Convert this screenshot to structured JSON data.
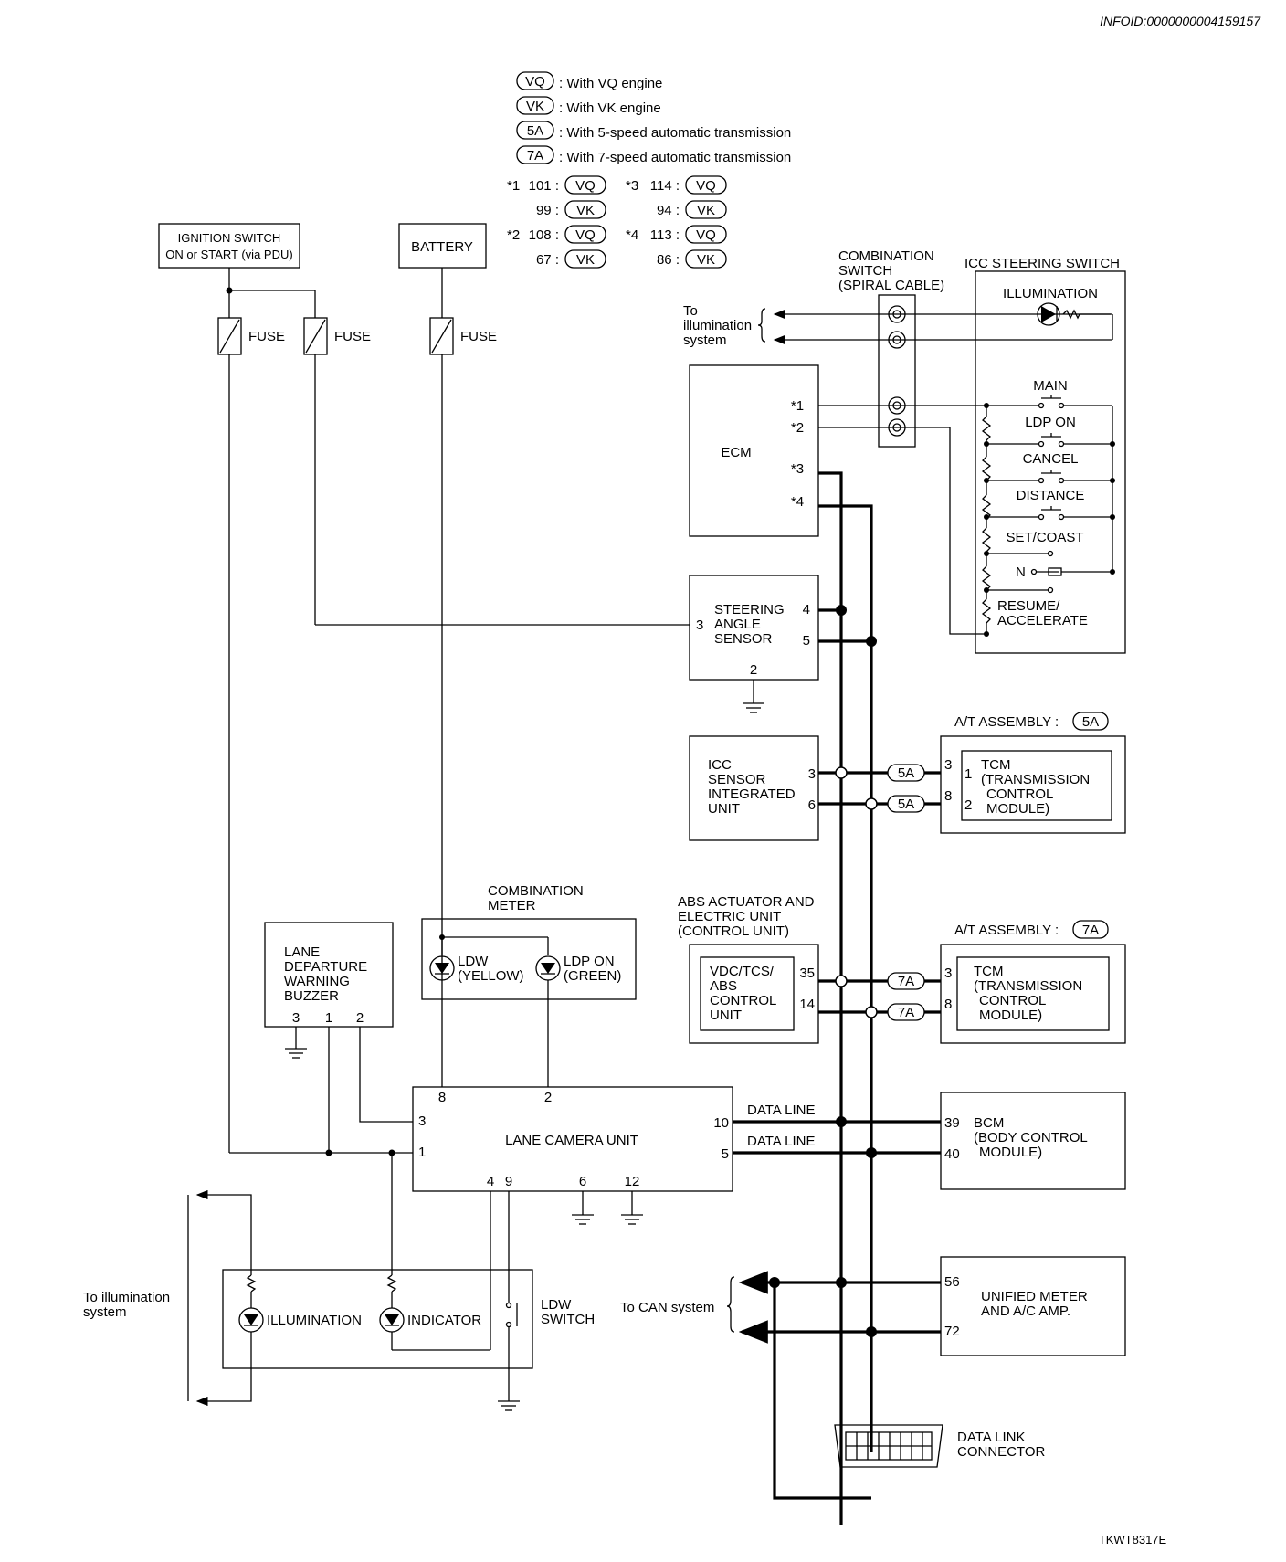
{
  "info_id": "INFOID:0000000004159157",
  "figure_id": "TKWT8317E",
  "legend": {
    "rows": [
      {
        "code": "VQ",
        "text": ": With VQ engine"
      },
      {
        "code": "VK",
        "text": ": With VK engine"
      },
      {
        "code": "5A",
        "text": ": With 5-speed automatic transmission"
      },
      {
        "code": "7A",
        "text": ": With 7-speed automatic transmission"
      }
    ],
    "star_notes": [
      {
        "mark": "*1",
        "a": {
          "pin": "101 :",
          "code": "VQ"
        },
        "b": {
          "pin": "99 :",
          "code": "VK"
        }
      },
      {
        "mark": "*2",
        "a": {
          "pin": "108 :",
          "code": "VQ"
        },
        "b": {
          "pin": "67 :",
          "code": "VK"
        }
      },
      {
        "mark": "*3",
        "a": {
          "pin": "114 :",
          "code": "VQ"
        },
        "b": {
          "pin": "94 :",
          "code": "VK"
        }
      },
      {
        "mark": "*4",
        "a": {
          "pin": "113 :",
          "code": "VQ"
        },
        "b": {
          "pin": "86 :",
          "code": "VK"
        }
      }
    ]
  },
  "components": {
    "ignition_switch": [
      "IGNITION SWITCH",
      "ON or START (via PDU)"
    ],
    "battery": "BATTERY",
    "fuse": "FUSE",
    "ecm": "ECM",
    "ecm_pins": [
      "*1",
      "*2",
      "*3",
      "*4"
    ],
    "combination_switch": [
      "COMBINATION",
      "SWITCH",
      "(SPIRAL CABLE)"
    ],
    "icc_steering_switch": "ICC STEERING SWITCH",
    "icc_switches": [
      "ILLUMINATION",
      "MAIN",
      "LDP ON",
      "CANCEL",
      "DISTANCE",
      "SET/COAST",
      "N",
      "RESUME/",
      "ACCELERATE"
    ],
    "to_illumination_top": [
      "To",
      "illumination",
      "system"
    ],
    "steering_angle_sensor": [
      "STEERING",
      "ANGLE",
      "SENSOR"
    ],
    "sas_pins": [
      "3",
      "4",
      "5",
      "2"
    ],
    "icc_sensor": [
      "ICC",
      "SENSOR",
      "INTEGRATED",
      "UNIT"
    ],
    "icc_sensor_pins": [
      "3",
      "6"
    ],
    "at_assembly_5a": "A/T ASSEMBLY :",
    "tcm_5a": [
      "TCM",
      "(TRANSMISSION",
      "CONTROL",
      "MODULE)"
    ],
    "tcm_5a_pins": [
      "3",
      "8",
      "1",
      "2"
    ],
    "abs": [
      "ABS ACTUATOR AND",
      "ELECTRIC UNIT",
      "(CONTROL UNIT)"
    ],
    "vdc": [
      "VDC/TCS/",
      "ABS",
      "CONTROL",
      "UNIT"
    ],
    "abs_pins": [
      "35",
      "14"
    ],
    "at_assembly_7a": "A/T ASSEMBLY :",
    "tcm_7a": [
      "TCM",
      "(TRANSMISSION",
      "CONTROL",
      "MODULE)"
    ],
    "tcm_7a_pins": [
      "3",
      "8"
    ],
    "combination_meter": [
      "COMBINATION",
      "METER"
    ],
    "ldw_lamp": [
      "LDW",
      "(YELLOW)"
    ],
    "ldp_lamp": [
      "LDP ON",
      "(GREEN)"
    ],
    "buzzer": [
      "LANE",
      "DEPARTURE",
      "WARNING",
      "BUZZER"
    ],
    "buzzer_pins": [
      "3",
      "1",
      "2"
    ],
    "lane_camera_unit": "LANE CAMERA UNIT",
    "lcu_pins": [
      "8",
      "2",
      "3",
      "1",
      "10",
      "5",
      "4",
      "9",
      "6",
      "12"
    ],
    "data_line": "DATA LINE",
    "bcm": [
      "BCM",
      "(BODY CONTROL",
      "MODULE)"
    ],
    "bcm_pins": [
      "39",
      "40"
    ],
    "ldw_switch_labels": [
      "ILLUMINATION",
      "INDICATOR"
    ],
    "ldw_switch": [
      "LDW",
      "SWITCH"
    ],
    "to_illumination_bottom": [
      "To illumination",
      "system"
    ],
    "to_can": "To CAN system",
    "unified_meter": [
      "UNIFIED METER",
      "AND A/C AMP."
    ],
    "unified_meter_pins": [
      "56",
      "72"
    ],
    "dlc": [
      "DATA LINK",
      "CONNECTOR"
    ]
  }
}
